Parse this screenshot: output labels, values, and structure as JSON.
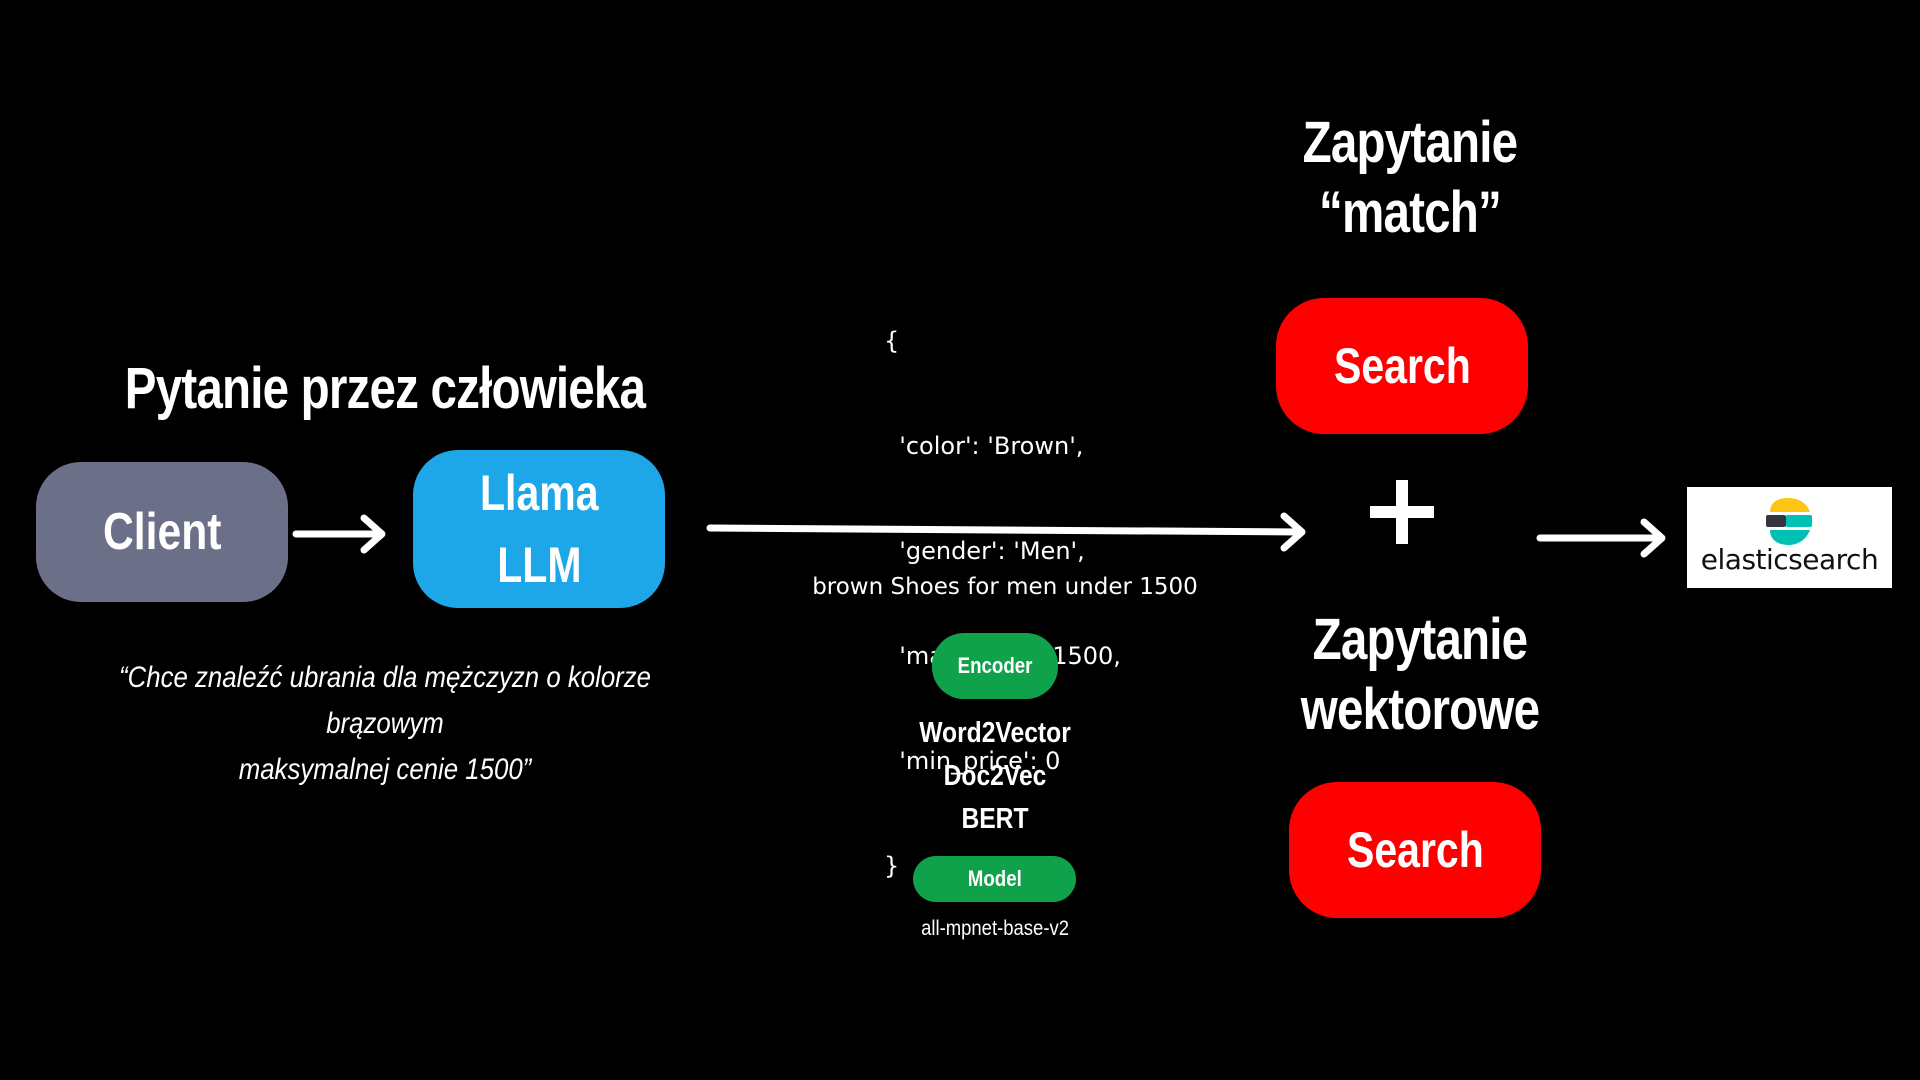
{
  "left": {
    "heading": "Pytanie przez człowieka",
    "client_label": "Client",
    "llm_label_line1": "Llama",
    "llm_label_line2": "LLM",
    "quote_line1": "“Chce znaleźć ubrania dla mężczyzn o kolorze brązowym",
    "quote_line2": "maksymalnej cenie 1500”"
  },
  "middle": {
    "json_lines": [
      "{",
      "  'color': 'Brown',",
      "  'gender': 'Men',",
      "  'max_price': 1500,",
      "  'min_price': 0",
      "}"
    ],
    "prompt_text": "brown Shoes for men under 1500",
    "encoder_label": "Encoder",
    "encoders": [
      "Word2Vector",
      "Doc2Vec",
      "BERT"
    ],
    "model_label": "Model",
    "model_name": "all-mpnet-base-v2"
  },
  "right": {
    "match_heading_line1": "Zapytanie",
    "match_heading_line2": "“match”",
    "match_search_label": "Search",
    "vector_heading_line1": "Zapytanie",
    "vector_heading_line2": "wektorowe",
    "vector_search_label": "Search",
    "elastic_label": "elasticsearch"
  },
  "colors": {
    "background": "#000000",
    "client": "#6b6f87",
    "llm": "#1ea7e8",
    "search": "#ff0000",
    "pill_green": "#10a24a",
    "elastic_yellow": "#fec514",
    "elastic_teal": "#00bfb3",
    "elastic_dark": "#343741"
  }
}
